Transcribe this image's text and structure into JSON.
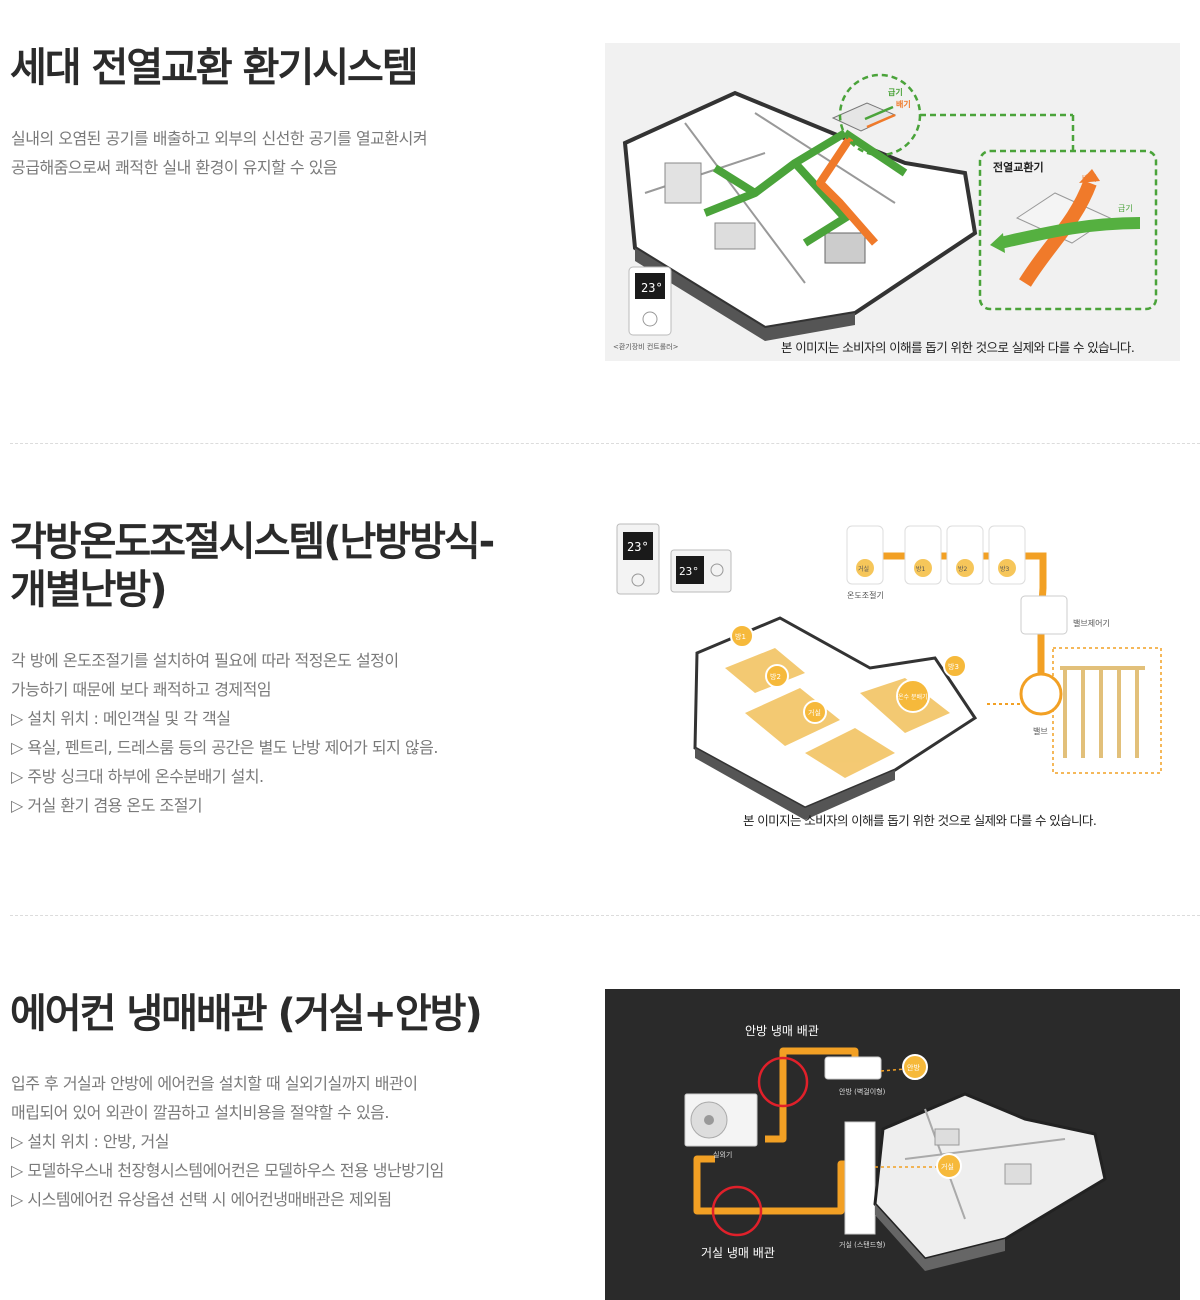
{
  "sections": [
    {
      "title": "세대 전열교환 환기시스템",
      "lines": [
        "실내의 오염된 공기를 배출하고 외부의 신선한 공기를 열교환시켜",
        "공급해줌으로써 쾌적한 실내 환경이 유지할 수 있음"
      ],
      "image": {
        "supply_label": "급기",
        "exhaust_label": "배기",
        "exchanger_label": "전열교환기",
        "exchanger_exhaust": "배기",
        "exchanger_supply": "급기",
        "controller_display": "23°",
        "controller_caption": "<환기장비 컨트롤러>",
        "caption": "본 이미지는 소비자의 이해를 돕기 위한 것으로 실제와 다를 수 있습니다."
      }
    },
    {
      "title_lines": [
        "각방온도조절시스템(난방방식-",
        "개별난방)"
      ],
      "lines": [
        "각 방에 온도조절기를 설치하여 필요에 따라 적정온도 설정이",
        "가능하기 때문에 보다 쾌적하고 경제적임",
        "▷ 설치 위치 : 메인객실 및 각 객실",
        "▷ 욕실, 펜트리, 드레스룸 등의 공간은 별도 난방 제어가 되지 않음.",
        "▷ 주방 싱크대 하부에 온수분배기 설치.",
        "▷ 거실 환기 겸용 온도 조절기"
      ],
      "image": {
        "thermostat_display": "23°",
        "thermostat_labels": [
          "거실",
          "방1",
          "방2",
          "방3"
        ],
        "thermostat_group_label": "온도조절기",
        "valve_controller_label": "밸브제어기",
        "valve_label": "밸브",
        "room_labels": [
          "방1",
          "방2",
          "거실",
          "방3"
        ],
        "distributor_label": "온수 분배기",
        "caption": "본 이미지는 소비자의 이해를 돕기 위한 것으로 실제와 다를 수 있습니다."
      }
    },
    {
      "title": "에어컨 냉매배관 (거실+안방)",
      "lines": [
        "입주 후 거실과 안방에 에어컨을 설치할 때 실외기실까지 배관이",
        "매립되어 있어 외관이 깔끔하고 설치비용을 절약할 수 있음.",
        "▷ 설치 위치 : 안방, 거실",
        "▷ 모델하우스내 천장형시스템에어컨은 모델하우스 전용 냉난방기임",
        "▷ 시스템에어컨 유상옵션 선택 시 에어컨냉매배관은 제외됨"
      ],
      "image": {
        "master_pipe_label": "안방 냉매 배관",
        "living_pipe_label": "거실 냉매 배관",
        "outdoor_label": "실외기",
        "wall_unit_label": "안방 (벽걸이형)",
        "stand_unit_label": "거실 (스탠드형)",
        "master_tag": "안방",
        "living_tag": "거실"
      }
    }
  ],
  "colors": {
    "title": "#2b2b2b",
    "body": "#7a7a7a",
    "supply_green": "#4aa33a",
    "exhaust_orange": "#f07a2a",
    "pipe_orange": "#f2a024",
    "dark_panel": "#2a2a2a",
    "ring_red": "#e0202a"
  }
}
